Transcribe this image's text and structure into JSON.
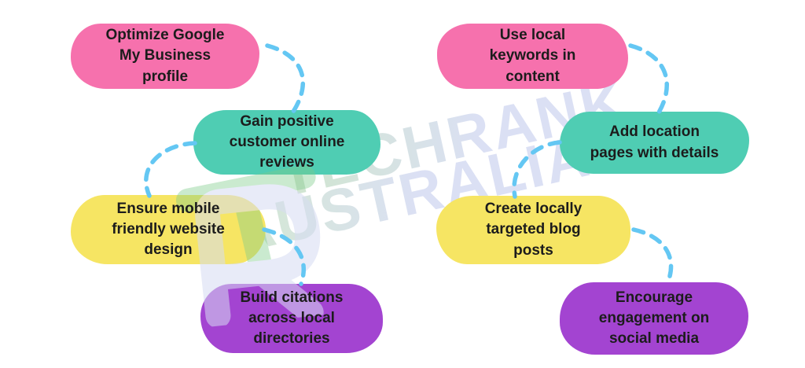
{
  "background_color": "#ffffff",
  "text_color": "#1C1C1C",
  "nodes": [
    {
      "id": "optimize-google-my-business-profile",
      "label": "Optimize Google My Business profile",
      "color": "#F671AD",
      "color_name": "pink"
    },
    {
      "id": "gain-positive-customer-online-reviews",
      "label": "Gain positive customer online reviews",
      "color": "#4FCDB3",
      "color_name": "teal"
    },
    {
      "id": "ensure-mobile-friendly-website-design",
      "label": "Ensure mobile friendly website design",
      "color": "#F6E563",
      "color_name": "yellow"
    },
    {
      "id": "build-citations-across-local-directories",
      "label": "Build citations across local directories",
      "color": "#A344D1",
      "color_name": "purple"
    },
    {
      "id": "use-local-keywords-in-content",
      "label": "Use local keywords in content",
      "color": "#F671AD",
      "color_name": "pink"
    },
    {
      "id": "add-location-pages-with-details",
      "label": "Add location pages with details",
      "color": "#4FCDB3",
      "color_name": "teal"
    },
    {
      "id": "create-locally-targeted-blog-posts",
      "label": "Create locally targeted blog posts",
      "color": "#F6E563",
      "color_name": "yellow"
    },
    {
      "id": "encourage-engagement-on-social-media",
      "label": "Encourage engagement on social media",
      "color": "#A344D1",
      "color_name": "purple"
    }
  ],
  "connectors": {
    "style": "dashed",
    "color": "#64C7F3",
    "links": [
      {
        "from": "optimize-google-my-business-profile",
        "to": "gain-positive-customer-online-reviews"
      },
      {
        "from": "gain-positive-customer-online-reviews",
        "to": "ensure-mobile-friendly-website-design"
      },
      {
        "from": "ensure-mobile-friendly-website-design",
        "to": "build-citations-across-local-directories"
      },
      {
        "from": "use-local-keywords-in-content",
        "to": "add-location-pages-with-details"
      },
      {
        "from": "add-location-pages-with-details",
        "to": "create-locally-targeted-blog-posts"
      },
      {
        "from": "create-locally-targeted-blog-posts",
        "to": "encourage-engagement-on-social-media"
      }
    ]
  },
  "watermark": {
    "brand_line1": "TECHRANK",
    "brand_line2": "AUSTRALIA",
    "text_color_green": "#D2E8CF",
    "text_color_blue": "#DBE0F4",
    "logo_green": "#7FCB8B",
    "logo_lavender": "#D7DCF3"
  }
}
